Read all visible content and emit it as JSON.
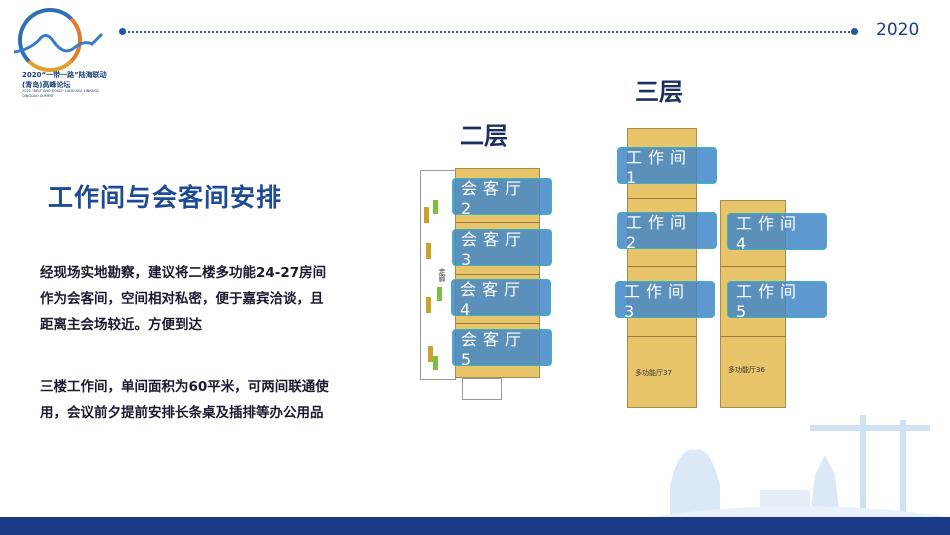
{
  "header": {
    "year": "2020",
    "logo_text": [
      "2020“一带一路”陆海联动",
      "(青岛)高峰论坛",
      "2020 \"BELT AND ROAD\" LAND-SEA LINKAGE",
      "QINGDAO SUMMIT"
    ]
  },
  "main": {
    "title": "工作间与会客间安排",
    "paragraph1": [
      "经现场实地勘察，建议将二楼多功能24-27房间",
      "作为会客间，空间相对私密，便于嘉宾洽谈，且",
      "距离主会场较近。方便到达"
    ],
    "paragraph2": [
      "三楼工作间，单间面积为60平米，可两间联通使",
      "用，会议前夕提前安排长条桌及插排等办公用品"
    ]
  },
  "floor2": {
    "heading": "二层",
    "corridor": "走廊",
    "rooms": [
      "会客厅 2",
      "会客厅 3",
      "会客厅 4",
      "会客厅 5"
    ]
  },
  "floor3": {
    "heading": "三层",
    "rooms": [
      "工作间 1",
      "工作间 2",
      "工作间 3",
      "工作间 4",
      "工作间 5"
    ],
    "hall_left": "多功能厅37",
    "hall_right": "多功能厅36"
  },
  "colors": {
    "title": "#1d4b94",
    "label_fill": "#4187c8",
    "building": "#e8c46a",
    "footer": "#1b3a86"
  }
}
